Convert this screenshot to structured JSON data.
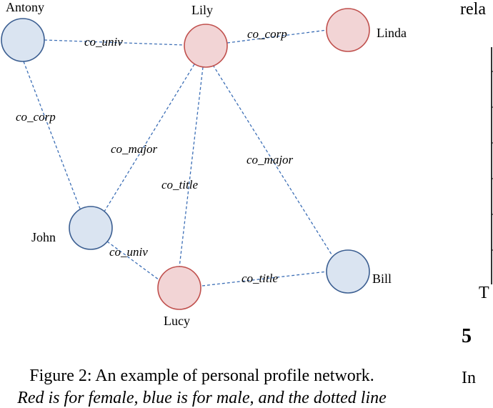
{
  "figure": {
    "nodes": [
      {
        "id": "antony",
        "label": "Antony",
        "gender": "male"
      },
      {
        "id": "lily",
        "label": "Lily",
        "gender": "female"
      },
      {
        "id": "linda",
        "label": "Linda",
        "gender": "female"
      },
      {
        "id": "john",
        "label": "John",
        "gender": "male"
      },
      {
        "id": "lucy",
        "label": "Lucy",
        "gender": "female"
      },
      {
        "id": "bill",
        "label": "Bill",
        "gender": "male"
      }
    ],
    "edges": [
      {
        "from": "antony",
        "to": "lily",
        "label": "co_univ"
      },
      {
        "from": "lily",
        "to": "linda",
        "label": "co_corp"
      },
      {
        "from": "antony",
        "to": "john",
        "label": "co_corp"
      },
      {
        "from": "lily",
        "to": "john",
        "label": "co_major"
      },
      {
        "from": "lily",
        "to": "lucy",
        "label": "co_title"
      },
      {
        "from": "lily",
        "to": "bill",
        "label": "co_major"
      },
      {
        "from": "john",
        "to": "lucy",
        "label": "co_univ"
      },
      {
        "from": "lucy",
        "to": "bill",
        "label": "co_title"
      }
    ],
    "colors": {
      "female_fill": "#f2d4d5",
      "female_stroke": "#c0504d",
      "male_fill": "#dae4f1",
      "male_stroke": "#3b5e91",
      "edge": "#3d6fb6"
    }
  },
  "caption": {
    "line1": "Figure 2: An example of personal profile network.",
    "line2": "Red is for female, blue is for male, and the dotted line"
  },
  "side": {
    "top_text": "rela",
    "axis_letter": "T",
    "section_number": "5",
    "para_start": "In"
  }
}
